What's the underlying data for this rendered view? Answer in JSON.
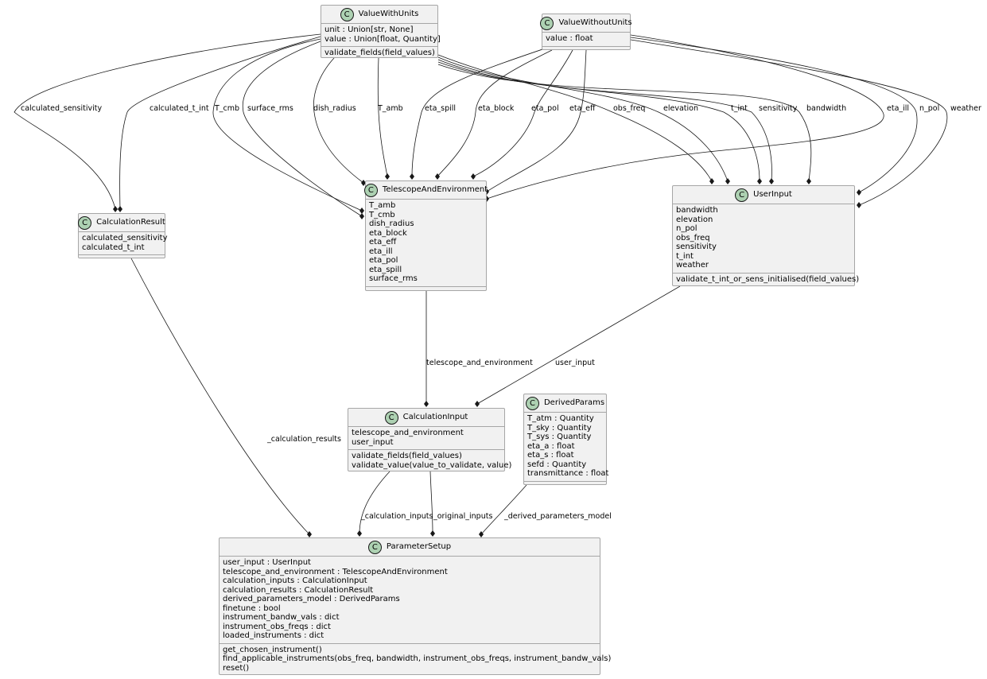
{
  "class_badge": "C",
  "classes": {
    "vwu": {
      "name": "ValueWithUnits",
      "fields": [
        "unit : Union[str, None]",
        "value : Union[float, Quantity]"
      ],
      "methods": [
        "validate_fields(field_values)"
      ]
    },
    "vwou": {
      "name": "ValueWithoutUnits",
      "fields": [
        "value : float"
      ],
      "methods": []
    },
    "calcres": {
      "name": "CalculationResult",
      "fields": [
        "calculated_sensitivity",
        "calculated_t_int"
      ],
      "methods": []
    },
    "tae": {
      "name": "TelescopeAndEnvironment",
      "fields": [
        "T_amb",
        "T_cmb",
        "dish_radius",
        "eta_block",
        "eta_eff",
        "eta_ill",
        "eta_pol",
        "eta_spill",
        "surface_rms"
      ],
      "methods": []
    },
    "ui": {
      "name": "UserInput",
      "fields": [
        "bandwidth",
        "elevation",
        "n_pol",
        "obs_freq",
        "sensitivity",
        "t_int",
        "weather"
      ],
      "methods": [
        "validate_t_int_or_sens_initialised(field_values)"
      ]
    },
    "calcin": {
      "name": "CalculationInput",
      "fields": [
        "telescope_and_environment",
        "user_input"
      ],
      "methods": [
        "validate_fields(field_values)",
        "validate_value(value_to_validate, value)"
      ]
    },
    "dp": {
      "name": "DerivedParams",
      "fields": [
        "T_atm : Quantity",
        "T_sky : Quantity",
        "T_sys : Quantity",
        "eta_a : float",
        "eta_s : float",
        "sefd : Quantity",
        "transmittance : float"
      ],
      "methods": []
    },
    "ps": {
      "name": "ParameterSetup",
      "fields": [
        "user_input : UserInput",
        "telescope_and_environment : TelescopeAndEnvironment",
        "calculation_inputs : CalculationInput",
        "calculation_results : CalculationResult",
        "derived_parameters_model : DerivedParams",
        "finetune : bool",
        "instrument_bandw_vals : dict",
        "instrument_obs_freqs : dict",
        "loaded_instruments : dict"
      ],
      "methods": [
        "get_chosen_instrument()",
        "find_applicable_instruments(obs_freq, bandwidth, instrument_obs_freqs, instrument_bandw_vals)",
        "reset()"
      ]
    }
  },
  "edges": [
    {
      "from": "vwu",
      "to": "calcres",
      "label": "calculated_sensitivity"
    },
    {
      "from": "vwu",
      "to": "calcres",
      "label": "calculated_t_int"
    },
    {
      "from": "vwu",
      "to": "tae",
      "label": "T_cmb"
    },
    {
      "from": "vwu",
      "to": "tae",
      "label": "surface_rms"
    },
    {
      "from": "vwu",
      "to": "tae",
      "label": "dish_radius"
    },
    {
      "from": "vwu",
      "to": "tae",
      "label": "T_amb"
    },
    {
      "from": "vwou",
      "to": "tae",
      "label": "eta_spill"
    },
    {
      "from": "vwou",
      "to": "tae",
      "label": "eta_block"
    },
    {
      "from": "vwou",
      "to": "tae",
      "label": "eta_pol"
    },
    {
      "from": "vwou",
      "to": "tae",
      "label": "eta_eff"
    },
    {
      "from": "vwu",
      "to": "ui",
      "label": "obs_freq"
    },
    {
      "from": "vwu",
      "to": "ui",
      "label": "elevation"
    },
    {
      "from": "vwu",
      "to": "ui",
      "label": "t_int"
    },
    {
      "from": "vwu",
      "to": "ui",
      "label": "sensitivity"
    },
    {
      "from": "vwu",
      "to": "ui",
      "label": "bandwidth"
    },
    {
      "from": "vwou",
      "to": "tae",
      "label": "eta_ill"
    },
    {
      "from": "vwou",
      "to": "ui",
      "label": "n_pol"
    },
    {
      "from": "vwou",
      "to": "ui",
      "label": "weather"
    },
    {
      "from": "tae",
      "to": "calcin",
      "label": "telescope_and_environment"
    },
    {
      "from": "ui",
      "to": "calcin",
      "label": "user_input"
    },
    {
      "from": "calcres",
      "to": "ps",
      "label": "_calculation_results"
    },
    {
      "from": "calcin",
      "to": "ps",
      "label": "_calculation_inputs"
    },
    {
      "from": "calcin",
      "to": "ps",
      "label": "_original_inputs"
    },
    {
      "from": "dp",
      "to": "ps",
      "label": "_derived_parameters_model"
    }
  ]
}
